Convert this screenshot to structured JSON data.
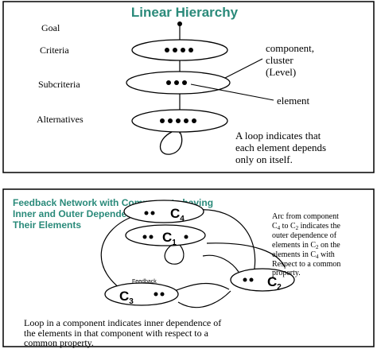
{
  "top_panel": {
    "title": "Linear Hierarchy",
    "levels": {
      "goal": "Goal",
      "criteria": "Criteria",
      "subcriteria": "Subcriteria",
      "alternatives": "Alternatives"
    },
    "annotations": {
      "component_line1": "component,",
      "component_line2": "cluster",
      "component_line3": "(Level)",
      "element": "element",
      "loop_line1": "A loop indicates that",
      "loop_line2": "each element depends",
      "loop_line3": "only on itself."
    }
  },
  "bottom_panel": {
    "title_line1": "Feedback Network with Components having",
    "title_line2": "Inner and Outer Dependence among",
    "title_line3": "Their Elements",
    "components": {
      "c4": "C",
      "c4_sub": "4",
      "c1": "C",
      "c1_sub": "1",
      "c2": "C",
      "c2_sub": "2",
      "c3": "C",
      "c3_sub": "3"
    },
    "feedback_label": "Feedback",
    "arc_note": {
      "line1": "Arc from component",
      "line2_a": "C",
      "line2_sub_a": "4",
      "line2_b": " to C",
      "line2_sub_b": "2",
      "line2_c": " indicates the",
      "line3": "outer dependence of",
      "line4_a": "elements in C",
      "line4_sub": "2",
      "line4_b": " on the",
      "line5_a": "elements in C",
      "line5_sub": "4",
      "line5_b": " with",
      "line6": "Respect to a common",
      "line7": "property."
    },
    "loop_note": {
      "line1": "Loop in a component indicates inner dependence of",
      "line2": "the elements in that component with respect to a",
      "line3": "common property."
    }
  },
  "colors": {
    "title": "#2a8a7a",
    "stroke": "#000000"
  }
}
